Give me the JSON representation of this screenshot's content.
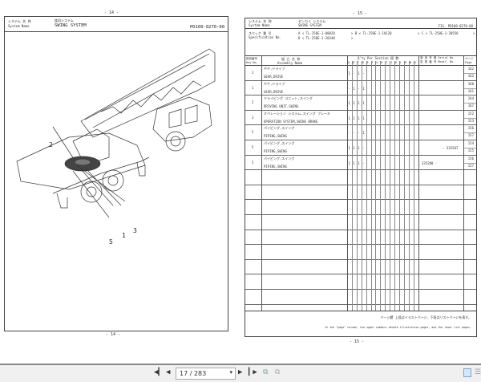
{
  "left_page": {
    "page_number": "- 14 -",
    "system_label_jp": "システム 名 称",
    "system_label_en": "System  Name",
    "system_name_jp": "旋回システム",
    "system_name": "SWING SYSTEM",
    "code": "PD100-0270-00",
    "callouts": [
      "2",
      "1",
      "3",
      "5"
    ]
  },
  "right_page": {
    "page_number": "- 15 -",
    "system_label_jp": "システム 名 称",
    "system_label_en": "System  Name",
    "system_name_jp": "センカイ システム",
    "system_name": "SWING SYSTEM",
    "fig": "FIG. PD100-0270-00",
    "spec_label_jp": "スペック 番 号",
    "spec_label_en": "Specification  No.",
    "specs": [
      "A < TL-250E-1-00020",
      "> B < TL-250E-1-10120",
      "> C < TL-250E-1-20550",
      ">",
      "D < TL-250E-1-20340",
      ">"
    ],
    "headers": {
      "key": "部品番号 Key No.",
      "assembly_jp": "組 立 名 称",
      "assembly_en": "Assembly  Name",
      "qty": "Q'ty Per Section  個 数",
      "serial_jp": "適 用 号 機 Serial No.",
      "modif_jp": "変 更 番 号 Modif. No.",
      "page": "ページ Page"
    },
    "sections": [
      "A",
      "B",
      "C",
      "D",
      "E",
      "F",
      "G",
      "H",
      "I",
      "J",
      "K",
      "L",
      "M",
      "N",
      "O"
    ],
    "rows": [
      {
        "key": "1",
        "jp": "ギヤ,ドライブ",
        "name": "GEAR,DRIVE",
        "qty": [
          "1",
          "-",
          "1",
          "-"
        ],
        "serial": "",
        "pages": [
          "162",
          "163"
        ]
      },
      {
        "key": "1",
        "jp": "ギヤ,ドライブ",
        "name": "GEAR,DRIVE",
        "qty": [
          "-",
          "1",
          "-",
          "1"
        ],
        "serial": "",
        "pages": [
          "160",
          "161"
        ]
      },
      {
        "key": "2",
        "jp": "ドライビング ユニット,スイング",
        "name": "DRIVING UNIT,SWING",
        "qty": [
          "1",
          "1",
          "1",
          "1"
        ],
        "serial": "",
        "pages": [
          "164",
          "167"
        ]
      },
      {
        "key": "3",
        "jp": "オペレーション システム,スイング ブレーキ",
        "name": "OPERATION SYSTEM,SWING BRAKE",
        "qty": [
          "1",
          "1",
          "1",
          "1"
        ],
        "serial": "",
        "pages": [
          "152",
          "153"
        ]
      },
      {
        "key": "5",
        "jp": "パイピング,スイング",
        "name": "PIPING,SWING",
        "qty": [
          "-",
          "-",
          "-",
          "1"
        ],
        "serial": "",
        "pages": [
          "156",
          "157"
        ]
      },
      {
        "key": "5",
        "jp": "パイピング,スイング",
        "name": "PIPING,SWING",
        "qty": [
          "1",
          "1",
          "1",
          "-"
        ],
        "serial": "- 335207",
        "pages": [
          "154",
          "155"
        ]
      },
      {
        "key": "5",
        "jp": "パイピング,スイング",
        "name": "PIPING,SWING",
        "qty": [
          "1",
          "1",
          "1",
          "-"
        ],
        "serial": "335208 -",
        "pages": [
          "156",
          "157"
        ]
      }
    ],
    "note_jp": "ページ欄  上段はイラストページ、下段はリストページを表す。",
    "note_en": "In the \"page\" column, the upper numbers denote illustration pages, and the lower list pages."
  },
  "toolbar": {
    "first_icon": "first-page-icon",
    "prev_icon": "prev-page-icon",
    "page_field": "17 / 283",
    "next_icon": "next-page-icon",
    "last_icon": "last-page-icon"
  }
}
